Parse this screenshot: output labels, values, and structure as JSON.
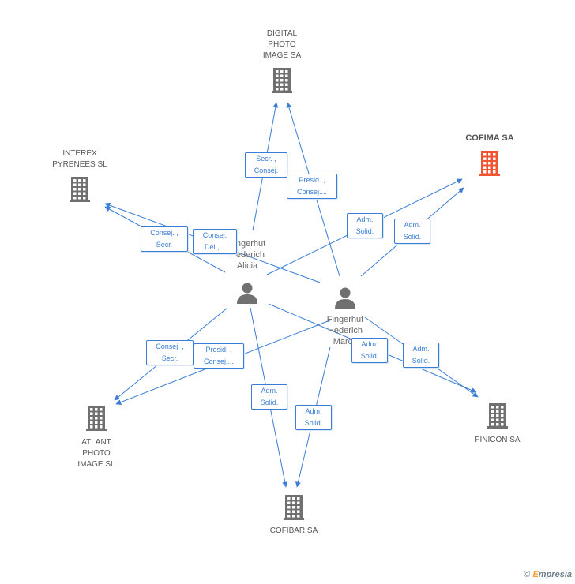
{
  "companies": [
    {
      "id": "digital",
      "label": "DIGITAL\nPHOTO\nIMAGE SA",
      "color": "#707070",
      "highlight": false
    },
    {
      "id": "cofima",
      "label": "COFIMA SA",
      "color": "#f0552f",
      "highlight": true
    },
    {
      "id": "interex",
      "label": "INTEREX\nPYRENEES SL",
      "color": "#707070",
      "highlight": false
    },
    {
      "id": "atlant",
      "label": "ATLANT\nPHOTO\nIMAGE SL",
      "color": "#707070",
      "highlight": false
    },
    {
      "id": "cofibar",
      "label": "COFIBAR SA",
      "color": "#707070",
      "highlight": false
    },
    {
      "id": "finicon",
      "label": "FINICON SA",
      "color": "#707070",
      "highlight": false
    }
  ],
  "persons": [
    {
      "id": "alicia",
      "label": "Fingerhut\nHederich\nAlicia"
    },
    {
      "id": "marco",
      "label": "Fingerhut\nHederich\nMarco"
    }
  ],
  "edges": [
    {
      "from": "alicia",
      "to": "digital",
      "label": "Secr. ,\nConsej."
    },
    {
      "from": "marco",
      "to": "digital",
      "label": "Presid. ,\nConsej...."
    },
    {
      "from": "alicia",
      "to": "interex",
      "label": "Consej. ,\nSecr."
    },
    {
      "from": "marco",
      "to": "interex",
      "label": "Consej.\nDel.,..."
    },
    {
      "from": "alicia",
      "to": "cofima",
      "label": "Adm.\nSolid."
    },
    {
      "from": "marco",
      "to": "cofima",
      "label": "Adm.\nSolid."
    },
    {
      "from": "alicia",
      "to": "atlant",
      "label": "Consej. ,\nSecr."
    },
    {
      "from": "marco",
      "to": "atlant",
      "label": "Presid. ,\nConsej...."
    },
    {
      "from": "alicia",
      "to": "finicon",
      "label": "Adm.\nSolid."
    },
    {
      "from": "marco",
      "to": "finicon",
      "label": "Adm.\nSolid."
    },
    {
      "from": "alicia",
      "to": "cofibar",
      "label": "Adm.\nSolid."
    },
    {
      "from": "marco",
      "to": "cofibar",
      "label": "Adm.\nSolid."
    }
  ],
  "colors": {
    "edge": "#3a7dd6",
    "person": "#707070"
  },
  "footer": {
    "copyright": "©",
    "brand": "mpresia",
    "brand_initial": "E"
  }
}
